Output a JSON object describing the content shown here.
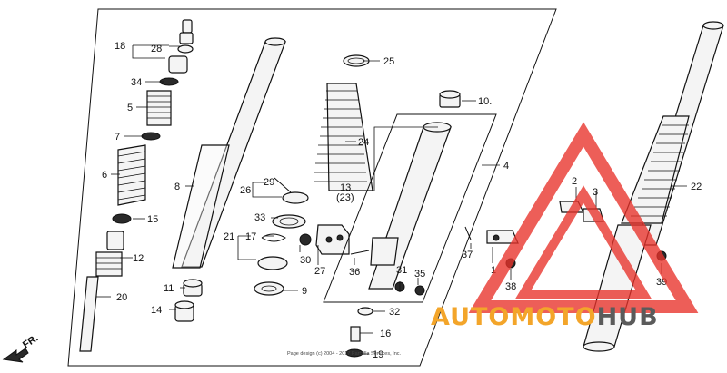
{
  "callouts": [
    {
      "key": "c18",
      "text": "18"
    },
    {
      "key": "c28",
      "text": "28"
    },
    {
      "key": "c34",
      "text": "34"
    },
    {
      "key": "c5",
      "text": "5"
    },
    {
      "key": "c7",
      "text": "7"
    },
    {
      "key": "c6",
      "text": "6"
    },
    {
      "key": "c15",
      "text": "15"
    },
    {
      "key": "c12",
      "text": "12"
    },
    {
      "key": "c20",
      "text": "20"
    },
    {
      "key": "c8",
      "text": "8"
    },
    {
      "key": "c11",
      "text": "11"
    },
    {
      "key": "c14",
      "text": "14"
    },
    {
      "key": "c25",
      "text": "25"
    },
    {
      "key": "c24",
      "text": "24"
    },
    {
      "key": "c29",
      "text": "29"
    },
    {
      "key": "c26",
      "text": "26"
    },
    {
      "key": "c33",
      "text": "33"
    },
    {
      "key": "c21",
      "text": "21"
    },
    {
      "key": "c17",
      "text": "17"
    },
    {
      "key": "c30",
      "text": "30"
    },
    {
      "key": "c9",
      "text": "9"
    },
    {
      "key": "c27",
      "text": "27"
    },
    {
      "key": "c10",
      "text": "10."
    },
    {
      "key": "c13",
      "text": "13"
    },
    {
      "key": "c23",
      "text": "(23)"
    },
    {
      "key": "c4",
      "text": "4"
    },
    {
      "key": "c36",
      "text": "36"
    },
    {
      "key": "c31",
      "text": "31"
    },
    {
      "key": "c35",
      "text": "35"
    },
    {
      "key": "c32",
      "text": "32"
    },
    {
      "key": "c16",
      "text": "16"
    },
    {
      "key": "c19",
      "text": "19"
    },
    {
      "key": "c37",
      "text": "37"
    },
    {
      "key": "c1",
      "text": "1"
    },
    {
      "key": "c38",
      "text": "38"
    },
    {
      "key": "c2",
      "text": "2"
    },
    {
      "key": "c3",
      "text": "3"
    },
    {
      "key": "c22",
      "text": "22"
    },
    {
      "key": "c39",
      "text": "39"
    }
  ],
  "direction_label": "FR.",
  "copyright_text": "Page design (c) 2004 - 2017 Partzilla Services, Inc.",
  "watermark": {
    "word_colored": "AUTOMOTO",
    "word_dark": "HUB",
    "colored_hex": "#f3a52a",
    "dark_hex": "#5b5b5b",
    "logo_hex": "#e8322a"
  }
}
